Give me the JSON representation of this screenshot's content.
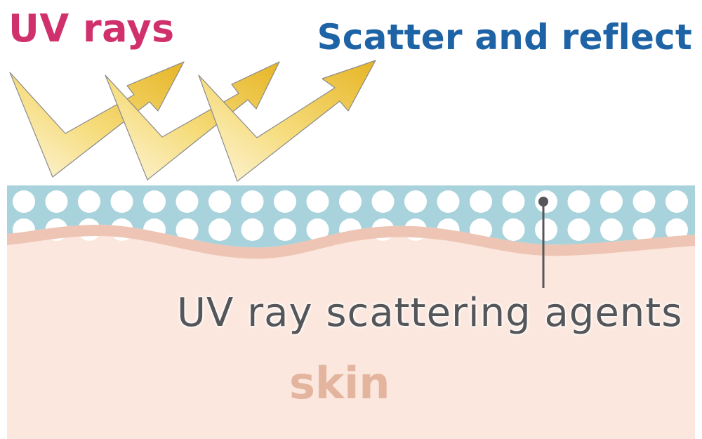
{
  "title_uv": "UV rays",
  "title_scatter": "Scatter and reflect",
  "label_agents": "UV ray scattering agents",
  "label_skin": "skin",
  "colors": {
    "uv_text": "#d0306b",
    "scatter_text": "#1e63a5",
    "agents_text": "#555659",
    "skin_text": "#e3b49e",
    "skin_fill": "#fbe7dd",
    "skin_edge": "#eec5b4",
    "layer_fill": "#a9d3dc",
    "arrow_dark": "#e7b92a",
    "arrow_light": "#fdf7df"
  }
}
